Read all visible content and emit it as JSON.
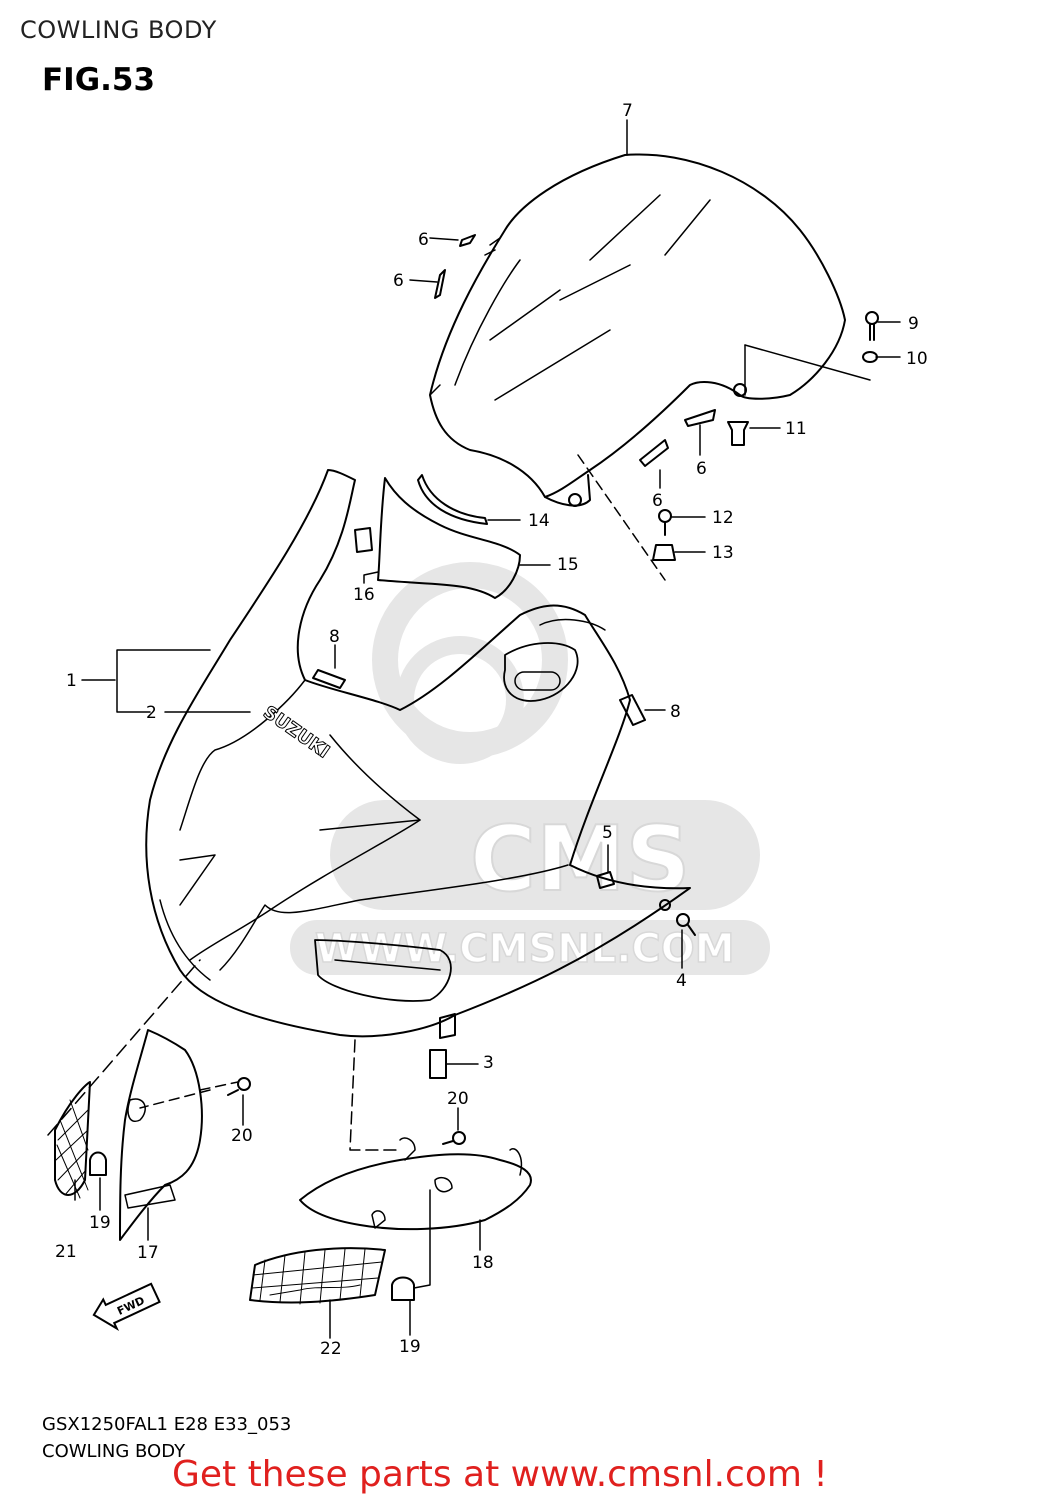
{
  "header": {
    "title": "COWLING BODY"
  },
  "figure": {
    "label": "FIG.53"
  },
  "watermark": {
    "brand": "CMS",
    "url": "WWW.CMSNL.COM"
  },
  "part_logo": {
    "text": "SUZUKI"
  },
  "arrow": {
    "text": "FWD"
  },
  "callouts": [
    {
      "id": "c1",
      "num": "1"
    },
    {
      "id": "c2",
      "num": "2"
    },
    {
      "id": "c3",
      "num": "3"
    },
    {
      "id": "c4",
      "num": "4"
    },
    {
      "id": "c5",
      "num": "5"
    },
    {
      "id": "c6a",
      "num": "6"
    },
    {
      "id": "c6b",
      "num": "6"
    },
    {
      "id": "c6c",
      "num": "6"
    },
    {
      "id": "c6d",
      "num": "6"
    },
    {
      "id": "c7",
      "num": "7"
    },
    {
      "id": "c8a",
      "num": "8"
    },
    {
      "id": "c8b",
      "num": "8"
    },
    {
      "id": "c9",
      "num": "9"
    },
    {
      "id": "c10",
      "num": "10"
    },
    {
      "id": "c11",
      "num": "11"
    },
    {
      "id": "c12",
      "num": "12"
    },
    {
      "id": "c13",
      "num": "13"
    },
    {
      "id": "c14",
      "num": "14"
    },
    {
      "id": "c15",
      "num": "15"
    },
    {
      "id": "c16",
      "num": "16"
    },
    {
      "id": "c17",
      "num": "17"
    },
    {
      "id": "c18",
      "num": "18"
    },
    {
      "id": "c19a",
      "num": "19"
    },
    {
      "id": "c19b",
      "num": "19"
    },
    {
      "id": "c20a",
      "num": "20"
    },
    {
      "id": "c20b",
      "num": "20"
    },
    {
      "id": "c21",
      "num": "21"
    },
    {
      "id": "c22",
      "num": "22"
    }
  ],
  "footer": {
    "model_code": "GSX1250FAL1 E28 E33_053",
    "section_name": "COWLING BODY",
    "cta": "Get these parts at www.cmsnl.com !"
  },
  "colors": {
    "cta": "#e0201e",
    "watermark": "#e6e6e6",
    "line": "#000000"
  }
}
